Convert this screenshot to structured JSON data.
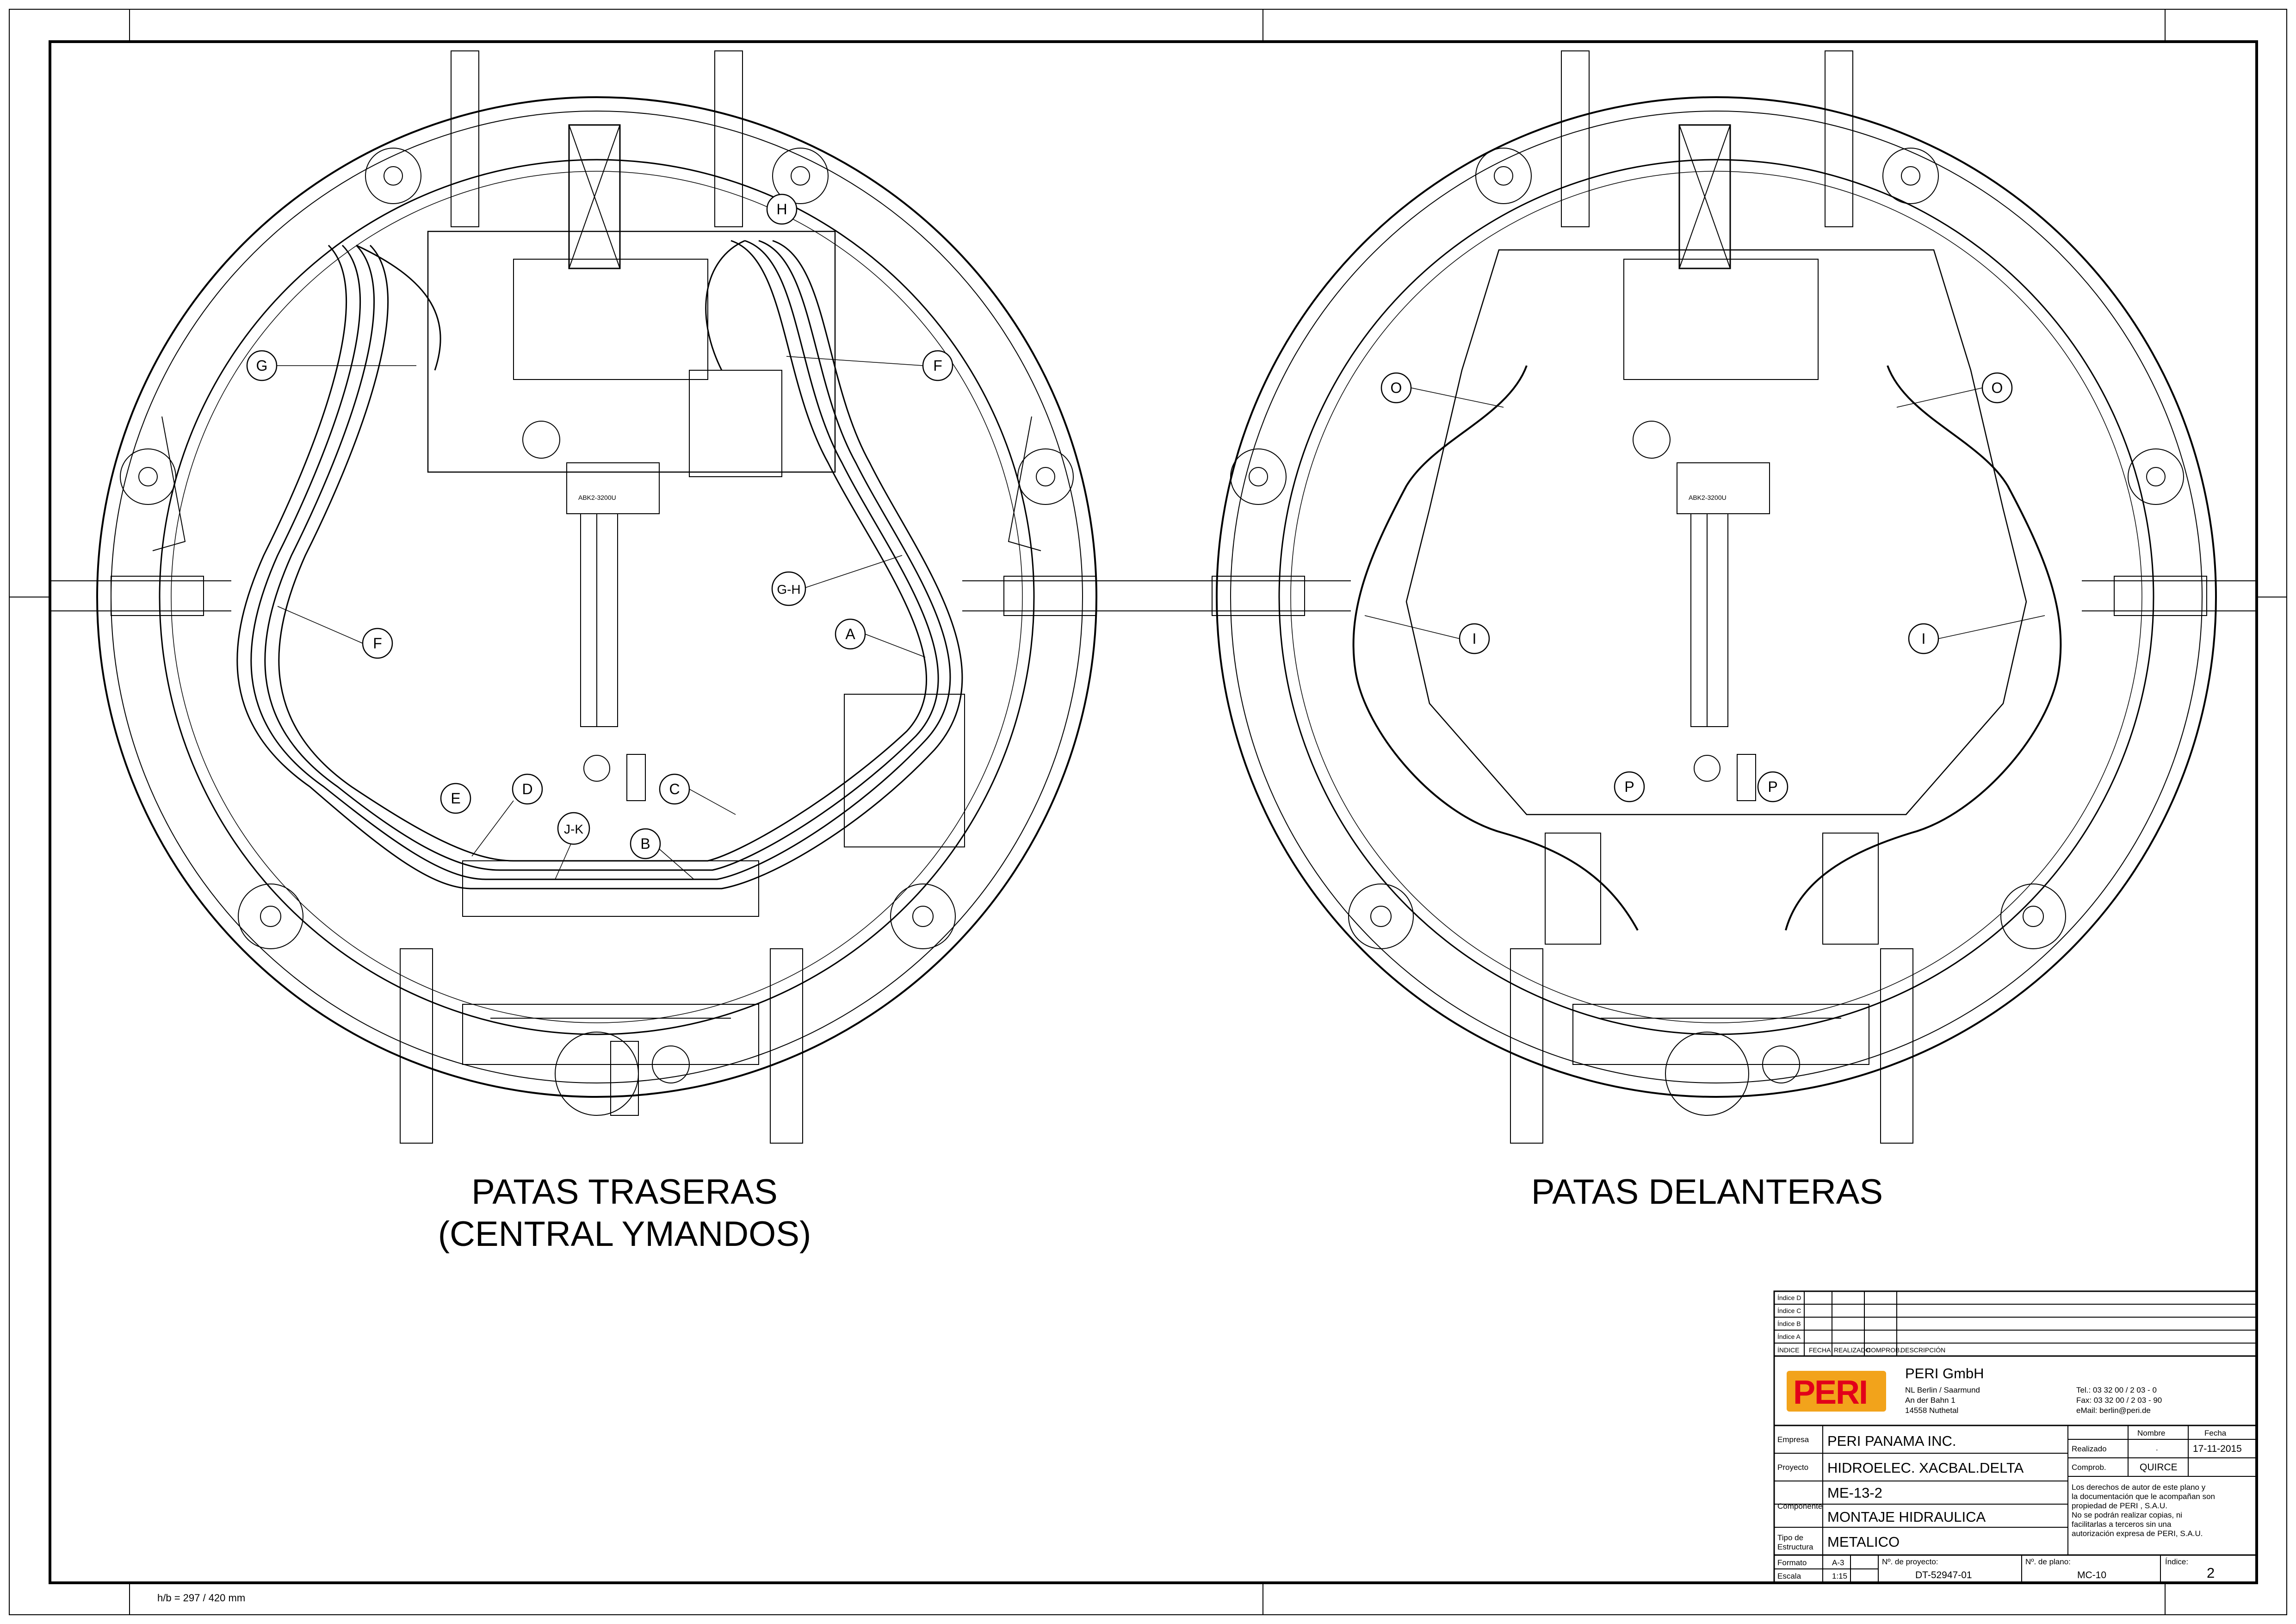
{
  "callouts_left": [
    "H",
    "G",
    "F",
    "F",
    "G-H",
    "A",
    "E",
    "D",
    "C",
    "J-K",
    "B"
  ],
  "callouts_right": [
    "O",
    "O",
    "I",
    "I",
    "P",
    "P"
  ],
  "plate_label": "ABK2-3200U",
  "captions": {
    "left_line1": "PATAS TRASERAS",
    "left_line2": "(CENTRAL YMANDOS)",
    "right": "PATAS DELANTERAS"
  },
  "scale_note": "h/b = 297 / 420 mm",
  "title_block": {
    "revisions": {
      "rows": [
        "Índice D",
        "Índice C",
        "Índice B",
        "Índice A"
      ],
      "headers": [
        "ÍNDICE",
        "FECHA",
        "REALIZADO",
        "COMPROB.",
        "DESCRIPCIÓN"
      ]
    },
    "logo_text": "PERI",
    "company": "PERI GmbH",
    "address": [
      "NL Berlin / Saarmund",
      "An der Bahn 1",
      "14558 Nuthetal"
    ],
    "contact": [
      "Tel.: 03 32 00 / 2 03 - 0",
      "Fax: 03 32 00 / 2 03 - 90",
      "eMail: berlin@peri.de"
    ],
    "labels": {
      "empresa": "Empresa",
      "proyecto": "Proyecto",
      "componente": "Componente",
      "tipo1": "Tipo de",
      "tipo2": "Estructura",
      "formato": "Formato",
      "escala": "Escala",
      "nombre": "Nombre",
      "fecha": "Fecha",
      "realizado": "Realizado",
      "comprob": "Comprob.",
      "num_proyecto": "Nº. de proyecto:",
      "num_plano": "Nº. de plano:",
      "indice": "Índice:"
    },
    "values": {
      "empresa": "PERI PANAMA INC.",
      "proyecto": "HIDROELEC. XACBAL.DELTA",
      "componente1": "ME-13-2",
      "componente2": "MONTAJE HIDRAULICA",
      "tipo": "METALICO",
      "formato": "A-3",
      "escala": "1:15",
      "realizado_nombre": ".",
      "fecha": "17-11-2015",
      "comprob_nombre": "QUIRCE",
      "num_proyecto": "DT-52947-01",
      "num_plano": "MC-10",
      "indice": "2"
    },
    "copyright": [
      "Los derechos de autor de este plano y",
      "la documentación que le acompañan son",
      "propiedad de PERI , S.A.U.",
      "No se podrán realizar copias, ni",
      "facilitarlas a terceros sin una",
      "autorización expresa de PERI, S.A.U."
    ]
  }
}
